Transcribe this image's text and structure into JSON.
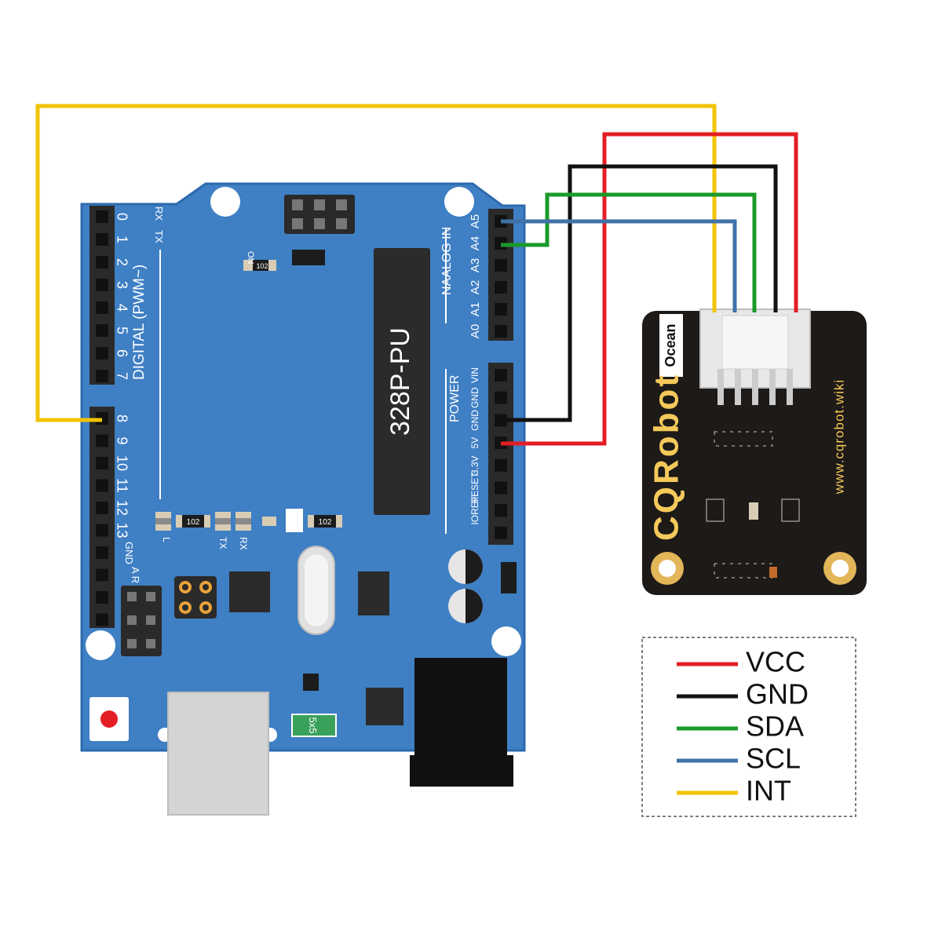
{
  "colors": {
    "board": "#3f7fc4",
    "board_edge": "#2d6aae",
    "header": "#2a2a2a",
    "module": "#1d1a18",
    "vcc": "#e31e24",
    "gnd": "#111111",
    "sda": "#1a9a2a",
    "scl": "#3f72a8",
    "int": "#f2c400"
  },
  "arduino": {
    "chip_label": "328P-PU",
    "digital_label": "DIGITAL (PWM~)",
    "on_label": "ON",
    "analog_label": "NAALOG IN",
    "power_label": "POWER",
    "gnd_left": "GND",
    "aref": "AREF",
    "rx": "RX",
    "tx": "TX",
    "led_l": "L",
    "led_tx": "TX",
    "led_rx": "RX",
    "resistor": "102",
    "fuse": "5x5",
    "digital_pins_top": [
      "0",
      "1",
      "2",
      "3",
      "4",
      "5",
      "6",
      "7"
    ],
    "digital_pins_bottom": [
      "8",
      "9",
      "10",
      "11",
      "12",
      "13"
    ],
    "analog_pins": [
      "A5",
      "A4",
      "A3",
      "A2",
      "A1",
      "A0"
    ],
    "power_pins": [
      "VIN",
      "GND",
      "GND",
      "5V",
      "3.3V",
      "RESET",
      "IOREF"
    ]
  },
  "module": {
    "brand": "CQRobot",
    "name": "Ocean",
    "url": "www.cqrobot.wiki"
  },
  "legend": [
    {
      "label": "VCC",
      "color": "#e31e24"
    },
    {
      "label": "GND",
      "color": "#111111"
    },
    {
      "label": "SDA",
      "color": "#1a9a2a"
    },
    {
      "label": "SCL",
      "color": "#3f72a8"
    },
    {
      "label": "INT",
      "color": "#f2c400"
    }
  ]
}
